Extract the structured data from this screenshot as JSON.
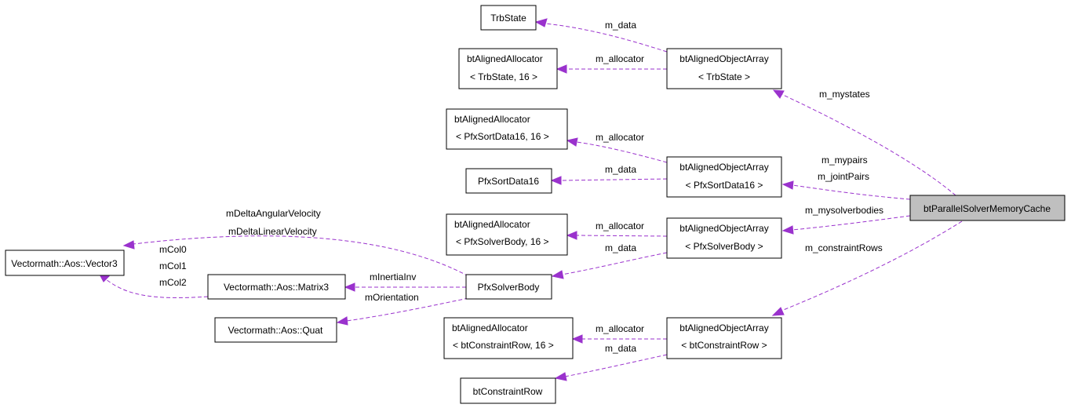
{
  "diagram": {
    "nodes": {
      "trbstate": {
        "lines": [
          "TrbState"
        ]
      },
      "alloc_trb": {
        "lines": [
          "btAlignedAllocator",
          "< TrbState, 16 >"
        ]
      },
      "array_trb": {
        "lines": [
          "btAlignedObjectArray",
          "< TrbState >"
        ]
      },
      "alloc_sort": {
        "lines": [
          "btAlignedAllocator",
          "< PfxSortData16, 16 >"
        ]
      },
      "sortdata": {
        "lines": [
          "PfxSortData16"
        ]
      },
      "array_sort": {
        "lines": [
          "btAlignedObjectArray",
          "< PfxSortData16 >"
        ]
      },
      "root": {
        "lines": [
          "btParallelSolverMemoryCache"
        ]
      },
      "alloc_body": {
        "lines": [
          "btAlignedAllocator",
          "< PfxSolverBody, 16 >"
        ]
      },
      "array_body": {
        "lines": [
          "btAlignedObjectArray",
          "< PfxSolverBody >"
        ]
      },
      "vector3": {
        "lines": [
          "Vectormath::Aos::Vector3"
        ]
      },
      "matrix3": {
        "lines": [
          "Vectormath::Aos::Matrix3"
        ]
      },
      "solverbody": {
        "lines": [
          "PfxSolverBody"
        ]
      },
      "quat": {
        "lines": [
          "Vectormath::Aos::Quat"
        ]
      },
      "alloc_row": {
        "lines": [
          "btAlignedAllocator",
          "< btConstraintRow, 16 >"
        ]
      },
      "array_row": {
        "lines": [
          "btAlignedObjectArray",
          "< btConstraintRow >"
        ]
      },
      "constraintrow": {
        "lines": [
          "btConstraintRow"
        ]
      }
    },
    "edges": {
      "e_trb_data": {
        "labels": [
          "m_data"
        ]
      },
      "e_trb_alloc": {
        "labels": [
          "m_allocator"
        ]
      },
      "e_mystates": {
        "labels": [
          "m_mystates"
        ]
      },
      "e_sort_alloc": {
        "labels": [
          "m_allocator"
        ]
      },
      "e_sort_data": {
        "labels": [
          "m_data"
        ]
      },
      "e_pairs": {
        "labels": [
          "m_mypairs",
          "m_jointPairs"
        ]
      },
      "e_body_alloc": {
        "labels": [
          "m_allocator"
        ]
      },
      "e_body_data": {
        "labels": [
          "m_data"
        ]
      },
      "e_solverbodies": {
        "labels": [
          "m_mysolverbodies"
        ]
      },
      "e_vec_from_body": {
        "labels": [
          "mDeltaAngularVelocity",
          "mDeltaLinearVelocity"
        ]
      },
      "e_vec_from_mat": {
        "labels": [
          "mCol0",
          "mCol1",
          "mCol2"
        ]
      },
      "e_inertia": {
        "labels": [
          "mInertiaInv"
        ]
      },
      "e_orient": {
        "labels": [
          "mOrientation"
        ]
      },
      "e_rows": {
        "labels": [
          "m_constraintRows"
        ]
      },
      "e_row_alloc": {
        "labels": [
          "m_allocator"
        ]
      },
      "e_row_data": {
        "labels": [
          "m_data"
        ]
      }
    }
  }
}
